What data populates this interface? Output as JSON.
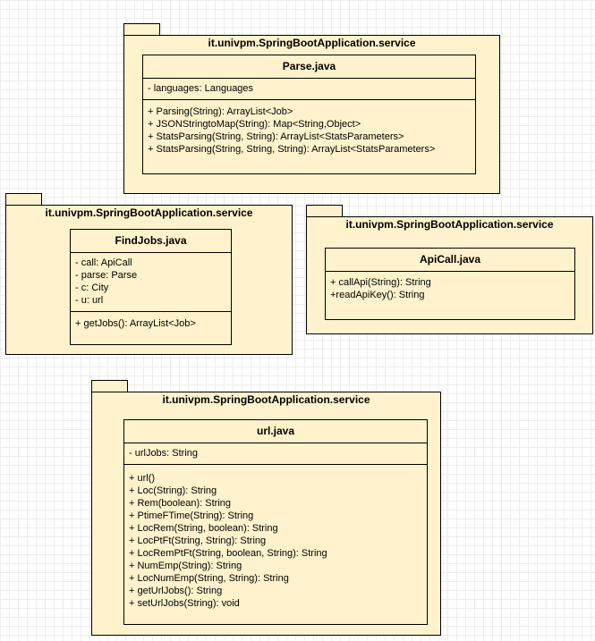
{
  "packages": [
    {
      "name": "it.univpm.SpringBootApplication.service",
      "class": {
        "name": "Parse.java",
        "attributes": [
          "- languages: Languages"
        ],
        "operations": [
          "+ Parsing(String): ArrayList<Job>",
          "+ JSONStringtoMap(String): Map<String,Object>",
          "+ StatsParsing(String, String): ArrayList<StatsParameters>",
          "+ StatsParsing(String, String, String): ArrayList<StatsParameters>"
        ]
      }
    },
    {
      "name": "it.univpm.SpringBootApplication.service",
      "class": {
        "name": "FindJobs.java",
        "attributes": [
          "- call: ApiCall",
          "- parse: Parse",
          "- c: City",
          "- u: url"
        ],
        "operations": [
          "+ getJobs(): ArrayList<Job>"
        ]
      }
    },
    {
      "name": "it.univpm.SpringBootApplication.service",
      "class": {
        "name": "ApiCall.java",
        "attributes": [],
        "operations": [
          "+ callApi(String): String",
          "+readApiKey(): String"
        ]
      }
    },
    {
      "name": "it.univpm.SpringBootApplication.service",
      "class": {
        "name": "url.java",
        "attributes": [
          "- urlJobs: String"
        ],
        "operations": [
          "+ url()",
          "+ Loc(String): String",
          "+ Rem(boolean): String",
          "+ PtimeFTime(String): String",
          "+ LocRem(String, boolean): String",
          "+ LocPtFt(String, String): String",
          "+ LocRemPtFt(String, boolean, String): String",
          "+ NumEmp(String): String",
          "+ LocNumEmp(String, String): String",
          "+ getUrlJobs(): String",
          "+ setUrlJobs(String): void"
        ]
      }
    }
  ]
}
